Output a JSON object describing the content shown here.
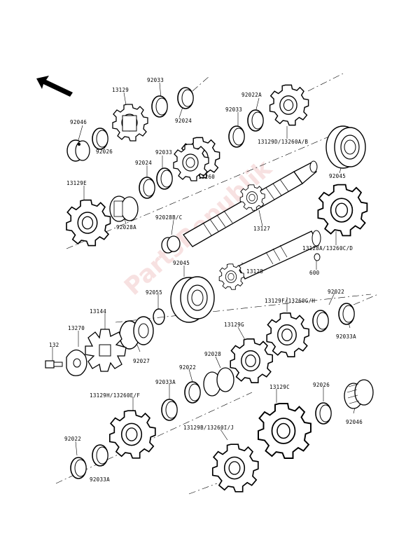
{
  "watermark": "PartsRepublik",
  "labels": {
    "l92033_a": "92033",
    "l13129": "13129",
    "l92046_a": "92046",
    "l92024_a": "92024",
    "l92026_a": "92026",
    "l92022A": "92022A",
    "l92033_b": "92033",
    "l13129D": "13129D/13260A/B",
    "l92024_b": "92024",
    "l92033_c": "92033",
    "l13260": "13260",
    "l92045_a": "92045",
    "l13129E": "13129E",
    "l92028A": "92028A",
    "l92028B": "92028B/C",
    "l13127": "13127",
    "l13128A": "13128A/13260C/D",
    "l600": "600",
    "l92045_b": "92045",
    "l13128": "13128",
    "l92055": "92055",
    "l13144": "13144",
    "l13129F": "13129F/13260G/H",
    "l92022_a": "92022",
    "l13270": "13270",
    "l13129G": "13129G",
    "l92033A": "92033A",
    "l132": "132",
    "l92027": "92027",
    "l92028": "92028",
    "l92022_b": "92022",
    "l92033_d": "92033A",
    "l13129H": "13129H/13260E/F",
    "l13129C": "13129C",
    "l92026_b": "92026",
    "l92046_b": "92046",
    "l13129B": "13129B/13260I/J",
    "l92022_c": "92022",
    "l92033_e": "92033A"
  }
}
